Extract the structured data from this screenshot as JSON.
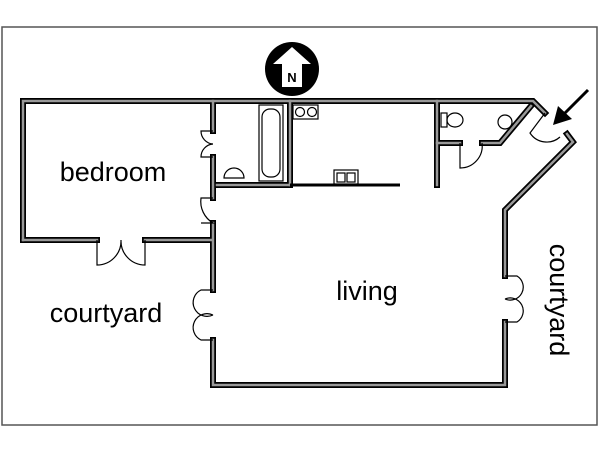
{
  "plan": {
    "rooms": {
      "bedroom": "bedroom",
      "living": "living",
      "courtyard_left": "courtyard",
      "courtyard_right": "courtyard"
    },
    "north_label": "N"
  }
}
